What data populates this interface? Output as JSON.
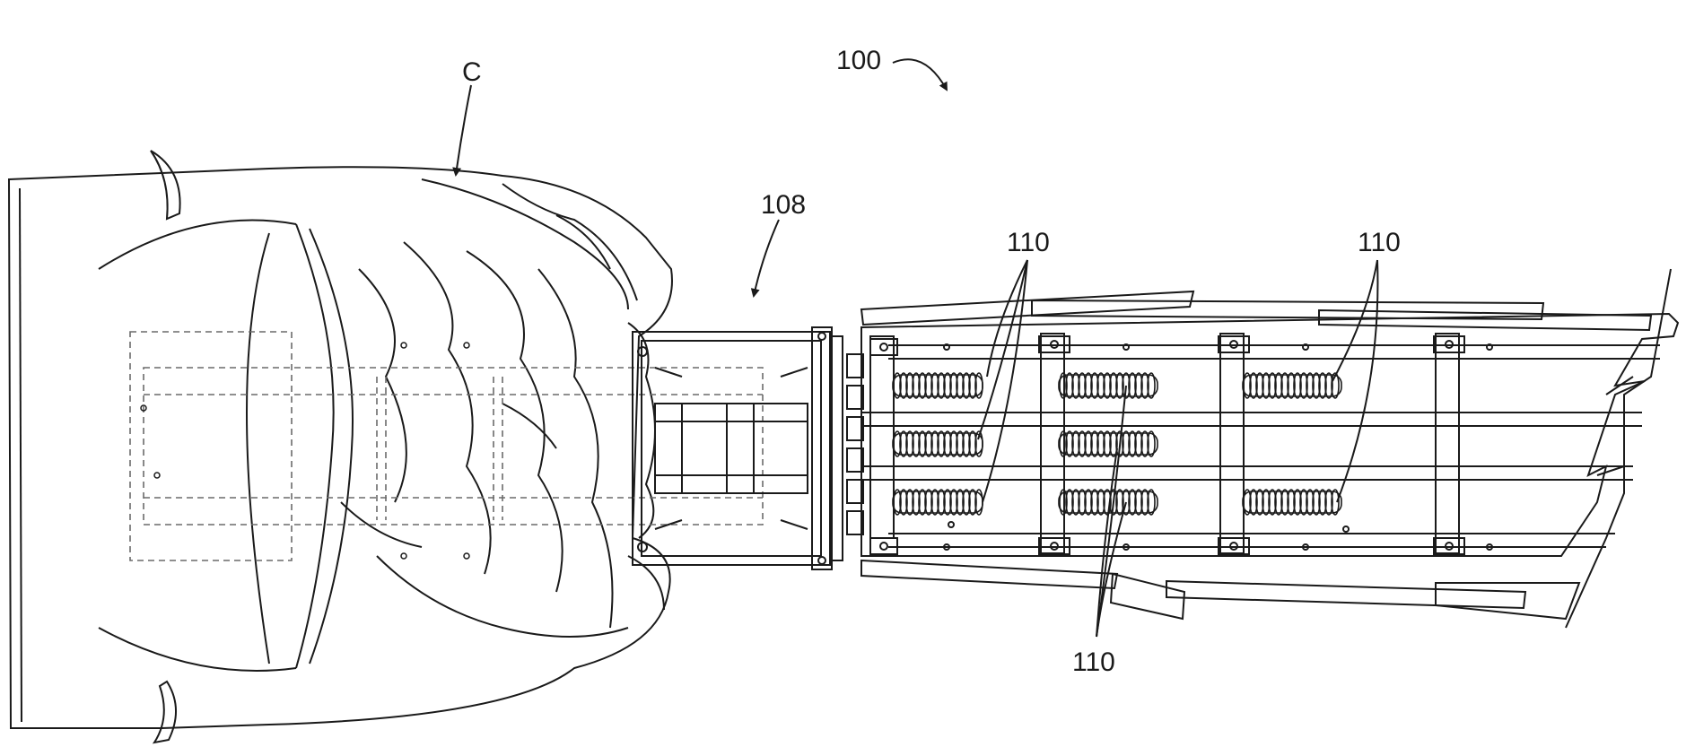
{
  "figure": {
    "ref_assembly": "100",
    "ref_car": "C",
    "ref_interface": "108",
    "ref_spring_top_left": "110",
    "ref_spring_top_right": "110",
    "ref_spring_bottom": "110"
  },
  "colors": {
    "ink": "#1a1a1a",
    "dashed": "#6a6a6a",
    "paper": "#ffffff"
  }
}
